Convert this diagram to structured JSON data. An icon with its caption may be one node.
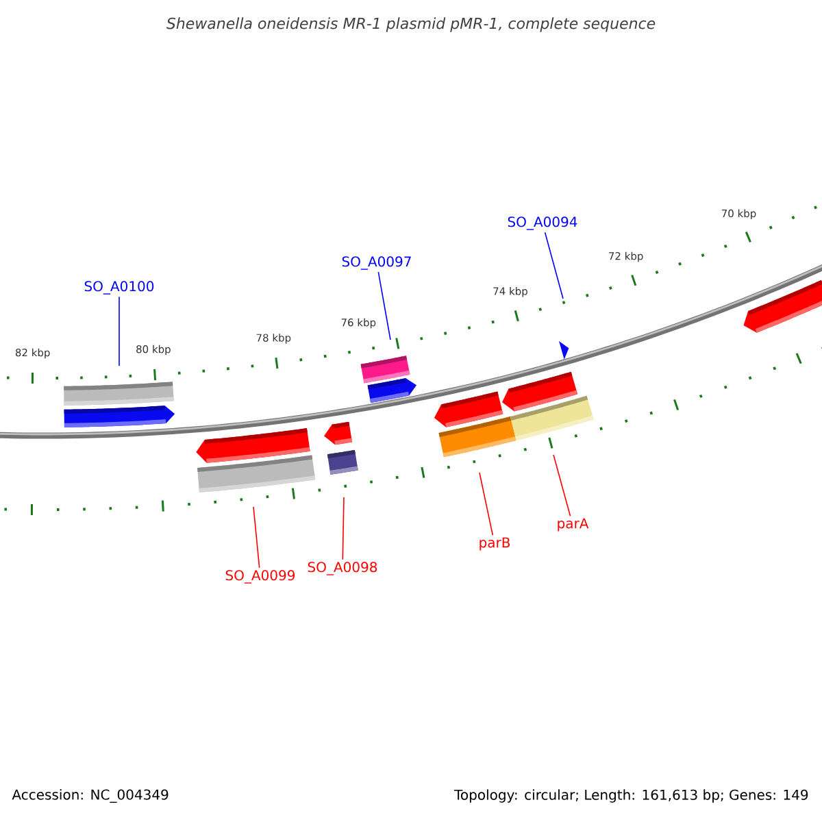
{
  "diagram": {
    "title": "Shewanella oneidensis MR-1 plasmid pMR-1, complete sequence",
    "nodes": [
      {
        "text": [
          "SO_A0094"
        ]
      },
      {
        "text": [
          "SO_A0097"
        ]
      },
      {
        "text": [
          "SO_A0100"
        ]
      },
      {
        "text": [
          "parA"
        ]
      },
      {
        "text": [
          "parB"
        ]
      },
      {
        "text": [
          "SO_A0098"
        ]
      },
      {
        "text": [
          "SO_A0099"
        ]
      }
    ],
    "edges": [
      {
        "from": 0,
        "to": null,
        "arrow": "none",
        "color": "#0000ff"
      },
      {
        "from": 1,
        "to": null,
        "arrow": "none",
        "color": "#0000ff"
      },
      {
        "from": 2,
        "to": null,
        "arrow": "none",
        "color": "#0000ff"
      },
      {
        "from": 3,
        "to": null,
        "arrow": "none",
        "color": "#ff0000"
      },
      {
        "from": 4,
        "to": null,
        "arrow": "none",
        "color": "#ff0000"
      },
      {
        "from": 5,
        "to": null,
        "arrow": "none",
        "color": "#ff0000"
      },
      {
        "from": 6,
        "to": null,
        "arrow": "none",
        "color": "#ff0000"
      }
    ],
    "labels": [
      "70 kbp",
      "72 kbp",
      "74 kbp",
      "76 kbp",
      "78 kbp",
      "82 kbp",
      "80 kbp",
      "Accession: NC_004349",
      "Topology: circular; Length: 161,613 bp; Genes: 149"
    ]
  }
}
